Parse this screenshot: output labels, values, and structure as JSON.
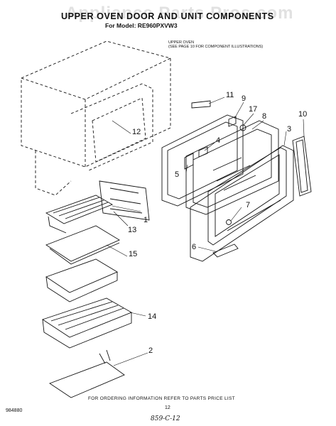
{
  "header": {
    "title": "UPPER OVEN DOOR AND UNIT COMPONENTS",
    "model_line": "For Model: RE960PXVW3",
    "watermark": "Appliance Parts Pros.com"
  },
  "notes": {
    "upper_oven_line1": "UPPER OVEN",
    "upper_oven_line2": "(SEE PAGE 10 FOR COMPONENT ILLUSTRATIONS)"
  },
  "callouts": [
    "11",
    "9",
    "17",
    "8",
    "10",
    "12",
    "4",
    "5",
    "3",
    "7",
    "6",
    "1",
    "13",
    "15",
    "14",
    "2"
  ],
  "footer": {
    "ordering_note": "FOR ORDERING INFORMATION REFER TO PARTS PRICE LIST",
    "page_number": "12",
    "document_code": "984880",
    "handwritten": "859-C-12"
  },
  "colors": {
    "ink": "#111111",
    "paper": "#ffffff"
  }
}
